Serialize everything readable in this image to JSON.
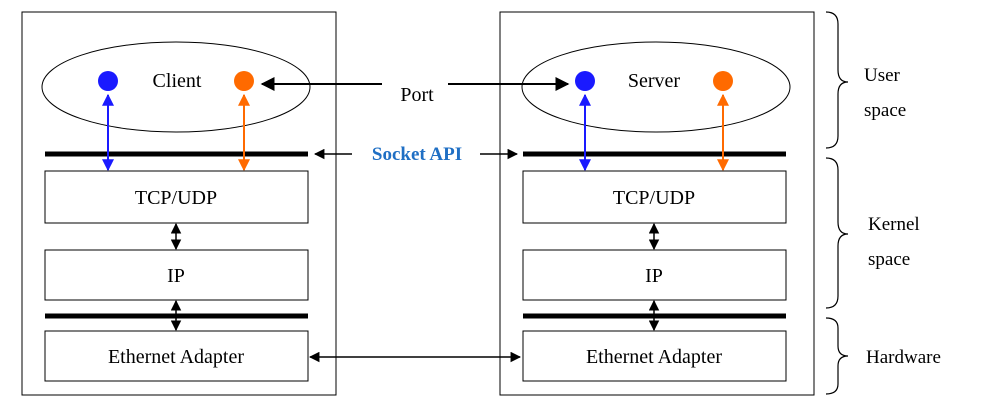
{
  "colors": {
    "line": "#000000",
    "port_blue": "#1a1aff",
    "port_orange": "#ff6a00",
    "socket_api_text": "#1f6fc4"
  },
  "client": {
    "app_label": "Client",
    "transport_label": "TCP/UDP",
    "network_label": "IP",
    "adapter_label": "Ethernet Adapter"
  },
  "server": {
    "app_label": "Server",
    "transport_label": "TCP/UDP",
    "network_label": "IP",
    "adapter_label": "Ethernet Adapter"
  },
  "center": {
    "port_label": "Port",
    "socket_api_label": "Socket API"
  },
  "spaces": {
    "user_line1": "User",
    "user_line2": "space",
    "kernel_line1": "Kernel",
    "kernel_line2": "space",
    "hardware": "Hardware"
  }
}
